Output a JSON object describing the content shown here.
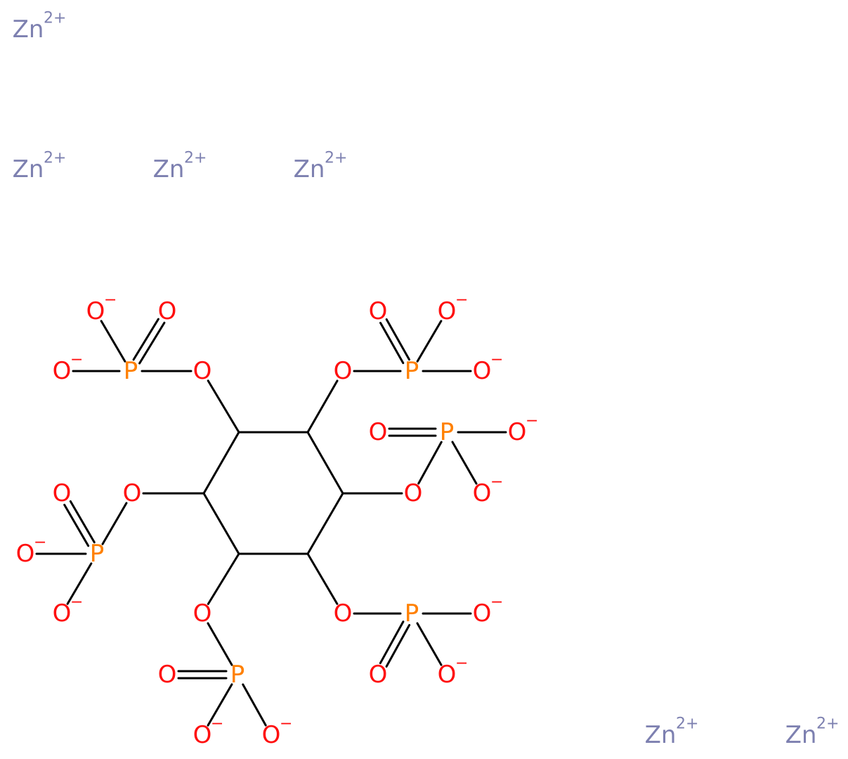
{
  "molecule": {
    "colors": {
      "O": "#FF0D0D",
      "P": "#FF8000",
      "Zn": "#7D80B0",
      "bond": "#000000"
    },
    "zinc_ions": [
      {
        "symbol": "Zn",
        "charge": "2+"
      },
      {
        "symbol": "Zn",
        "charge": "2+"
      },
      {
        "symbol": "Zn",
        "charge": "2+"
      },
      {
        "symbol": "Zn",
        "charge": "2+"
      },
      {
        "symbol": "Zn",
        "charge": "2+"
      },
      {
        "symbol": "Zn",
        "charge": "2+"
      }
    ],
    "phosphate_groups": [
      {
        "bridge": "O",
        "phosphorus": "P",
        "double_bond_oxygen": "O",
        "anion_oxygens": [
          "O",
          "O"
        ],
        "anion_charge": "−"
      },
      {
        "bridge": "O",
        "phosphorus": "P",
        "double_bond_oxygen": "O",
        "anion_oxygens": [
          "O",
          "O"
        ],
        "anion_charge": "−"
      },
      {
        "bridge": "O",
        "phosphorus": "P",
        "double_bond_oxygen": "O",
        "anion_oxygens": [
          "O",
          "O"
        ],
        "anion_charge": "−"
      },
      {
        "bridge": "O",
        "phosphorus": "P",
        "double_bond_oxygen": "O",
        "anion_oxygens": [
          "O",
          "O"
        ],
        "anion_charge": "−"
      },
      {
        "bridge": "O",
        "phosphorus": "P",
        "double_bond_oxygen": "O",
        "anion_oxygens": [
          "O",
          "O"
        ],
        "anion_charge": "−"
      },
      {
        "bridge": "O",
        "phosphorus": "P",
        "double_bond_oxygen": "O",
        "anion_oxygens": [
          "O",
          "O"
        ],
        "anion_charge": "−"
      }
    ]
  }
}
